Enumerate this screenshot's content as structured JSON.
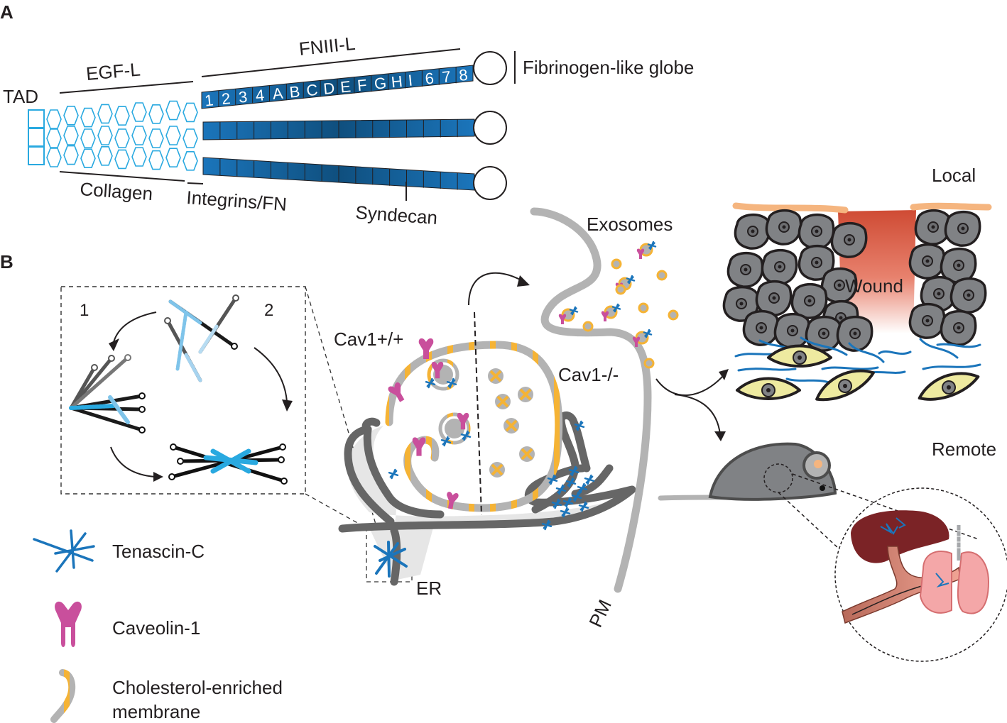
{
  "panel_a": {
    "panel_label": "A",
    "labels": {
      "tad": "TAD",
      "egf": "EGF-L",
      "fniii": "FNIII-L",
      "globe": "Fibrinogen-like globe",
      "collagen": "Collagen",
      "integrins": "Integrins/FN",
      "syndecan": "Syndecan"
    },
    "domains": [
      "1",
      "2",
      "3",
      "4",
      "A",
      "B",
      "C",
      "D",
      "E",
      "F",
      "G",
      "H",
      "I",
      "6",
      "7",
      "8"
    ]
  },
  "panel_b": {
    "panel_label": "B",
    "inset": {
      "step1": "1",
      "step2": "2"
    },
    "cell": {
      "cav_pos": "Cav1+/+",
      "cav_neg": "Cav1-/-",
      "er": "ER",
      "pm": "PM",
      "exosomes": "Exosomes"
    },
    "tissue": {
      "local": "Local",
      "wound": "Wound",
      "remote": "Remote"
    },
    "legend": {
      "tenascin": "Tenascin-C",
      "caveolin": "Caveolin-1",
      "cholesterol_line1": "Cholesterol-enriched",
      "cholesterol_line2": "membrane"
    }
  },
  "colors": {
    "dark_blue": "#0f4f7e",
    "mid_blue": "#1b75bb",
    "light_blue": "#29a9e0",
    "pink": "#c94f9c",
    "gold": "#f5b335",
    "gray": "#b3b3b3",
    "dark_gray": "#666666",
    "wound": "#d2533a",
    "skin": "#f5b57f",
    "macrophage": "#eeeaa0",
    "liver": "#7b2326",
    "lung": "#f4a7a8"
  }
}
